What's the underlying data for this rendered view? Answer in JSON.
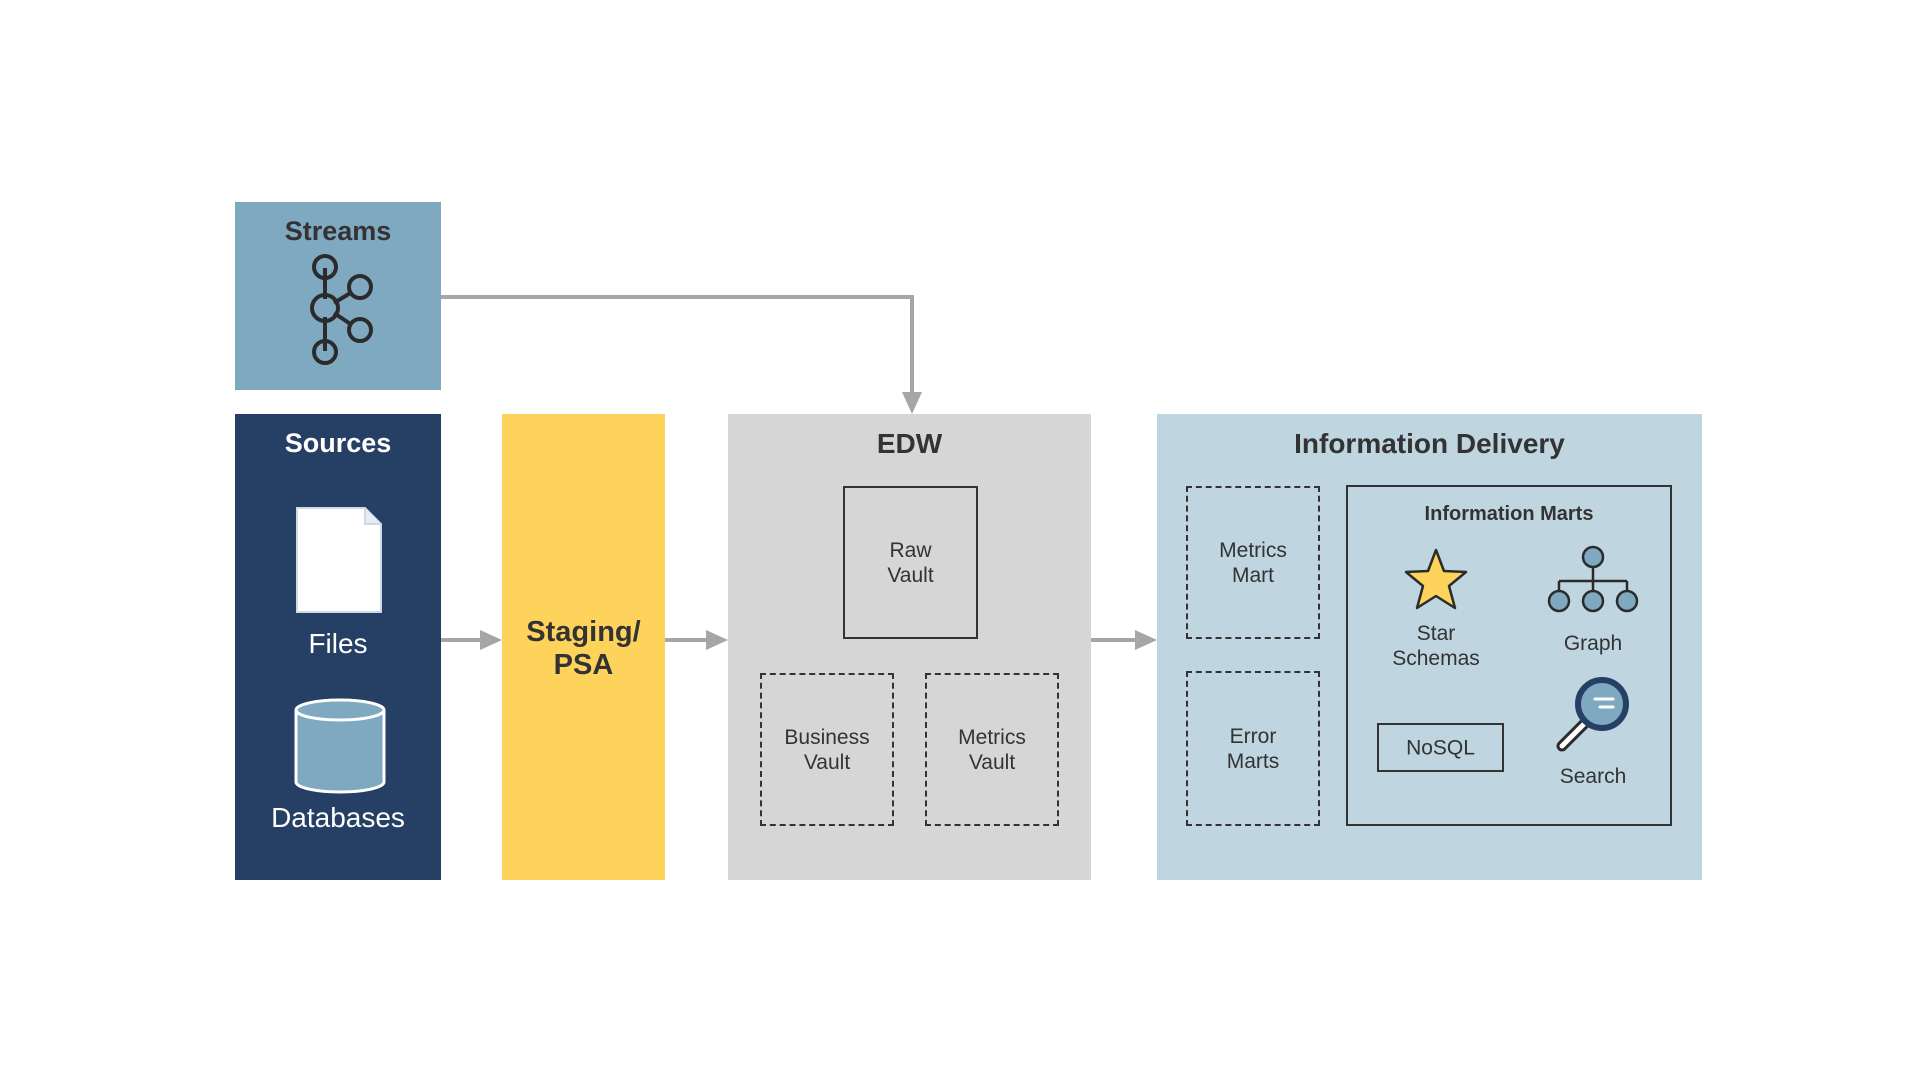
{
  "streams": {
    "title": "Streams",
    "icon": "kafka-icon"
  },
  "sources": {
    "title": "Sources",
    "files_label": "Files",
    "databases_label": "Databases"
  },
  "staging": {
    "line1": "Staging/",
    "line2": "PSA"
  },
  "edw": {
    "title": "EDW",
    "raw_vault": {
      "line1": "Raw",
      "line2": "Vault"
    },
    "business_vault": {
      "line1": "Business",
      "line2": "Vault"
    },
    "metrics_vault": {
      "line1": "Metrics",
      "line2": "Vault"
    }
  },
  "delivery": {
    "title": "Information Delivery",
    "metrics_mart": {
      "line1": "Metrics",
      "line2": "Mart"
    },
    "error_marts": {
      "line1": "Error",
      "line2": "Marts"
    },
    "information_marts": {
      "title": "Information Marts",
      "star": {
        "line1": "Star",
        "line2": "Schemas",
        "icon": "star-icon"
      },
      "graph": {
        "label": "Graph",
        "icon": "graph-hierarchy-icon"
      },
      "nosql": {
        "label": "NoSQL"
      },
      "search": {
        "label": "Search",
        "icon": "magnifier-icon"
      }
    }
  },
  "colors": {
    "streams": "#7ea9c0",
    "sources": "#263f64",
    "staging": "#fdd35c",
    "edw": "#d6d6d6",
    "delivery": "#bfd5e0",
    "arrow": "#a6a6a6",
    "star": "#fdd35c",
    "icon_fill": "#7ea9c0"
  }
}
